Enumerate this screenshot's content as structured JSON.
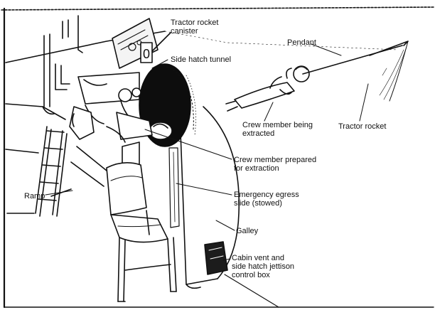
{
  "diagram": {
    "labels": {
      "tractor_rocket_canister": [
        "Tractor rocket",
        "canister"
      ],
      "side_hatch_tunnel": "Side hatch tunnel",
      "pendant": "Pendant",
      "crew_member_extracted": [
        "Crew member being",
        "extracted"
      ],
      "tractor_rocket": "Tractor rocket",
      "crew_member_prepared": [
        "Crew member prepared",
        "for extraction"
      ],
      "emergency_egress_slide": [
        "Emergency egress",
        "slide (stowed)"
      ],
      "ramp": "Ramp",
      "galley": "Galley",
      "cabin_vent": [
        "Cabin vent and",
        "side hatch jettison",
        "control box"
      ]
    }
  },
  "colors": {
    "ink": "#111111",
    "paper": "#ffffff",
    "hatch_dark": "#0d0d0d"
  }
}
